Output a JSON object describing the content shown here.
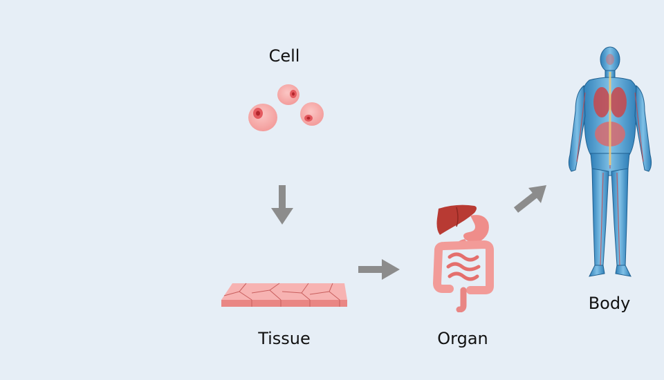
{
  "diagram": {
    "title": "",
    "stages": [
      {
        "label": "Cell",
        "icon": "cells-icon"
      },
      {
        "label": "Tissue",
        "icon": "tissue-icon"
      },
      {
        "label": "Organ",
        "icon": "digestive-organs-icon"
      },
      {
        "label": "Body",
        "icon": "human-body-icon"
      }
    ],
    "arrows": [
      "down-arrow-icon",
      "right-arrow-icon",
      "diagonal-arrow-icon"
    ],
    "colors": {
      "background": "#e6eef6",
      "arrow": "#8c8c8c",
      "cell": "#f7a9a8",
      "cell_nucleus": "#e45a5f",
      "organ_liver": "#b83a33",
      "organ_intestine": "#f08f8c",
      "body_blue": "#4a9bd0",
      "body_red": "#c9474b"
    }
  }
}
